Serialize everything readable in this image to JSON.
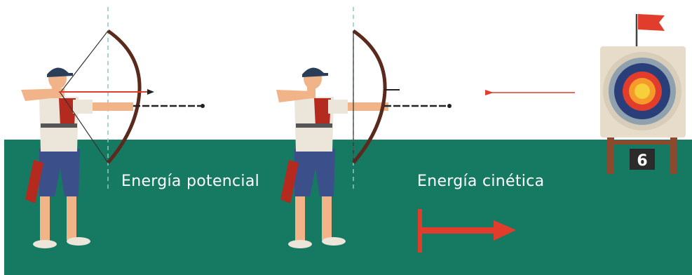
{
  "labels": {
    "potential": "Energía potencial",
    "kinetic": "Energía cinética"
  },
  "target": {
    "score": "6"
  },
  "colors": {
    "ground": "#167a63",
    "red": "#e23c2c",
    "dark_red": "#b52a1f",
    "bow": "#5a2a1c",
    "cap": "#2a3e5a",
    "shorts": "#3b4f8a",
    "skin": "#f1b489",
    "shirt": "#ece5d9",
    "board": "#e7dcc9",
    "stand": "#8b4a2d"
  }
}
